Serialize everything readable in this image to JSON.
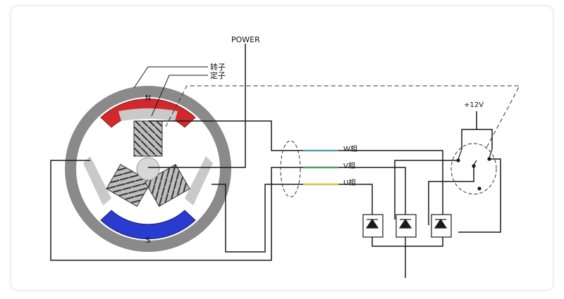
{
  "labels": {
    "power": "POWER",
    "rotor": "转子",
    "stator": "定子",
    "north": "N",
    "south": "S",
    "supply": "+12V",
    "phase_w": "W相",
    "phase_v": "V相",
    "phase_u": "U相"
  },
  "colors": {
    "north_pole": "#d0282b",
    "south_pole": "#2a3bd0",
    "ring": "#8a8a8a",
    "core": "#c9c9c9",
    "wire": "#1a1a1a",
    "lead_w": "#5aa0b0",
    "lead_v": "#4aa060",
    "lead_u": "#d8c040"
  }
}
